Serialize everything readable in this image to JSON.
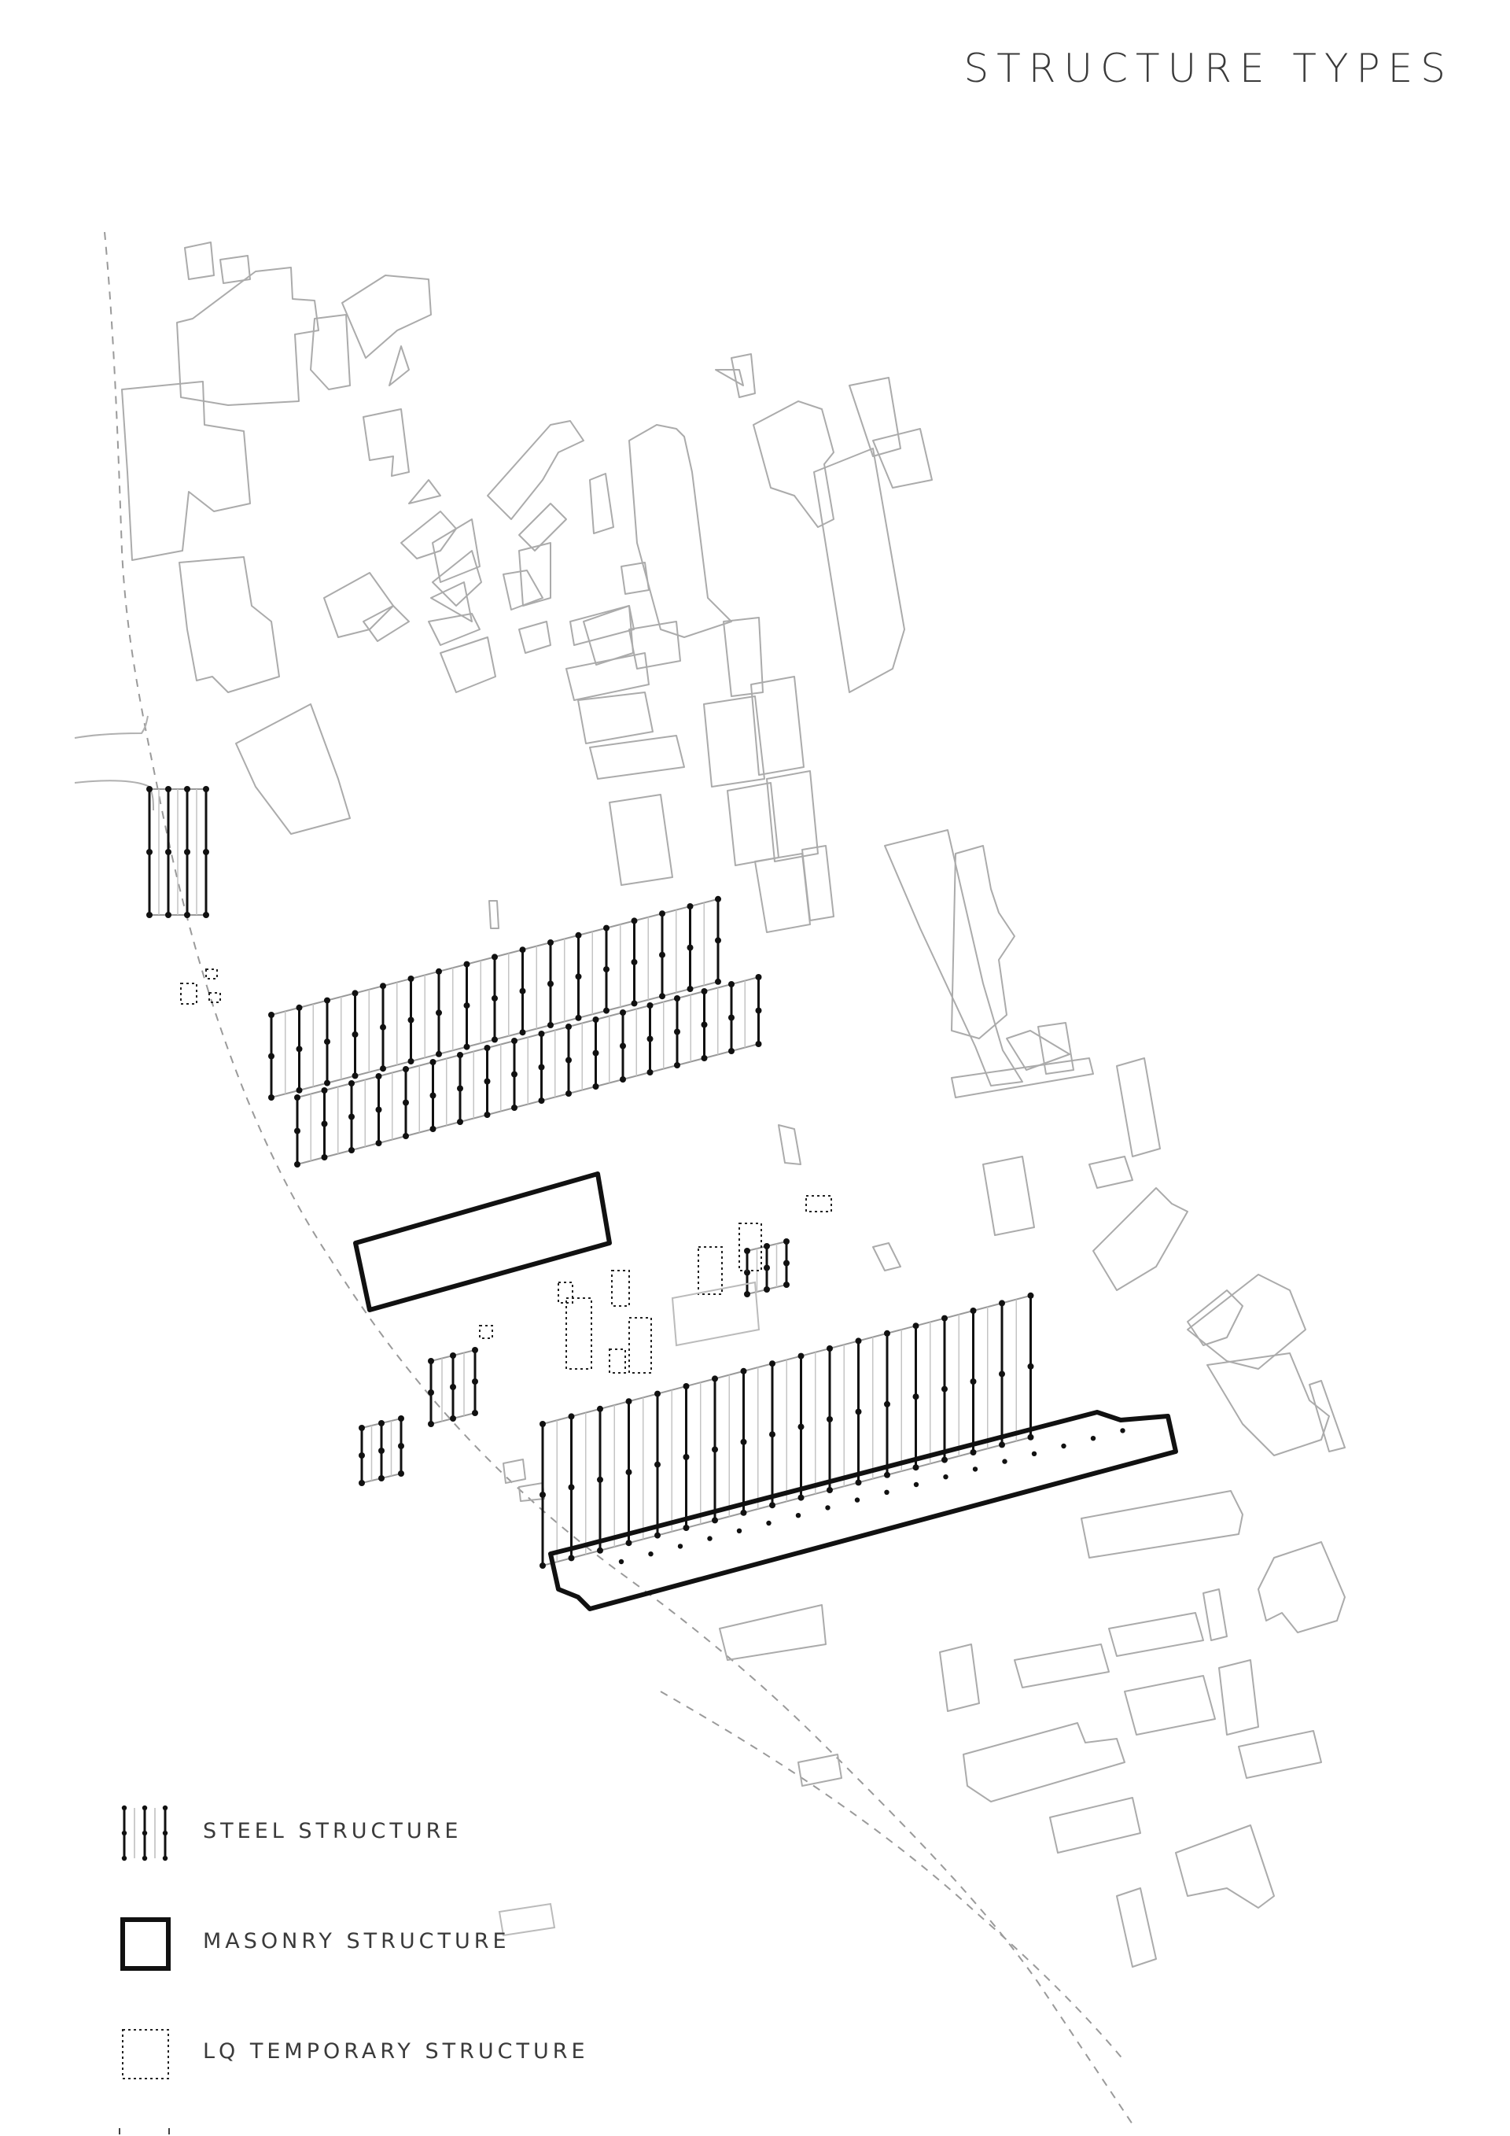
{
  "title": "STRUCTURE TYPES",
  "legend": {
    "items": [
      {
        "id": "steel",
        "label": "STEEL STRUCTURE"
      },
      {
        "id": "masonry",
        "label": "MASONRY STRUCTURE"
      },
      {
        "id": "temporary",
        "label": "LQ TEMPORARY STRUCTURE"
      }
    ]
  },
  "colors": {
    "background": "#ffffff",
    "pencil": "#a8a8a8",
    "ink": "#111111",
    "text": "#3a3a3a"
  }
}
